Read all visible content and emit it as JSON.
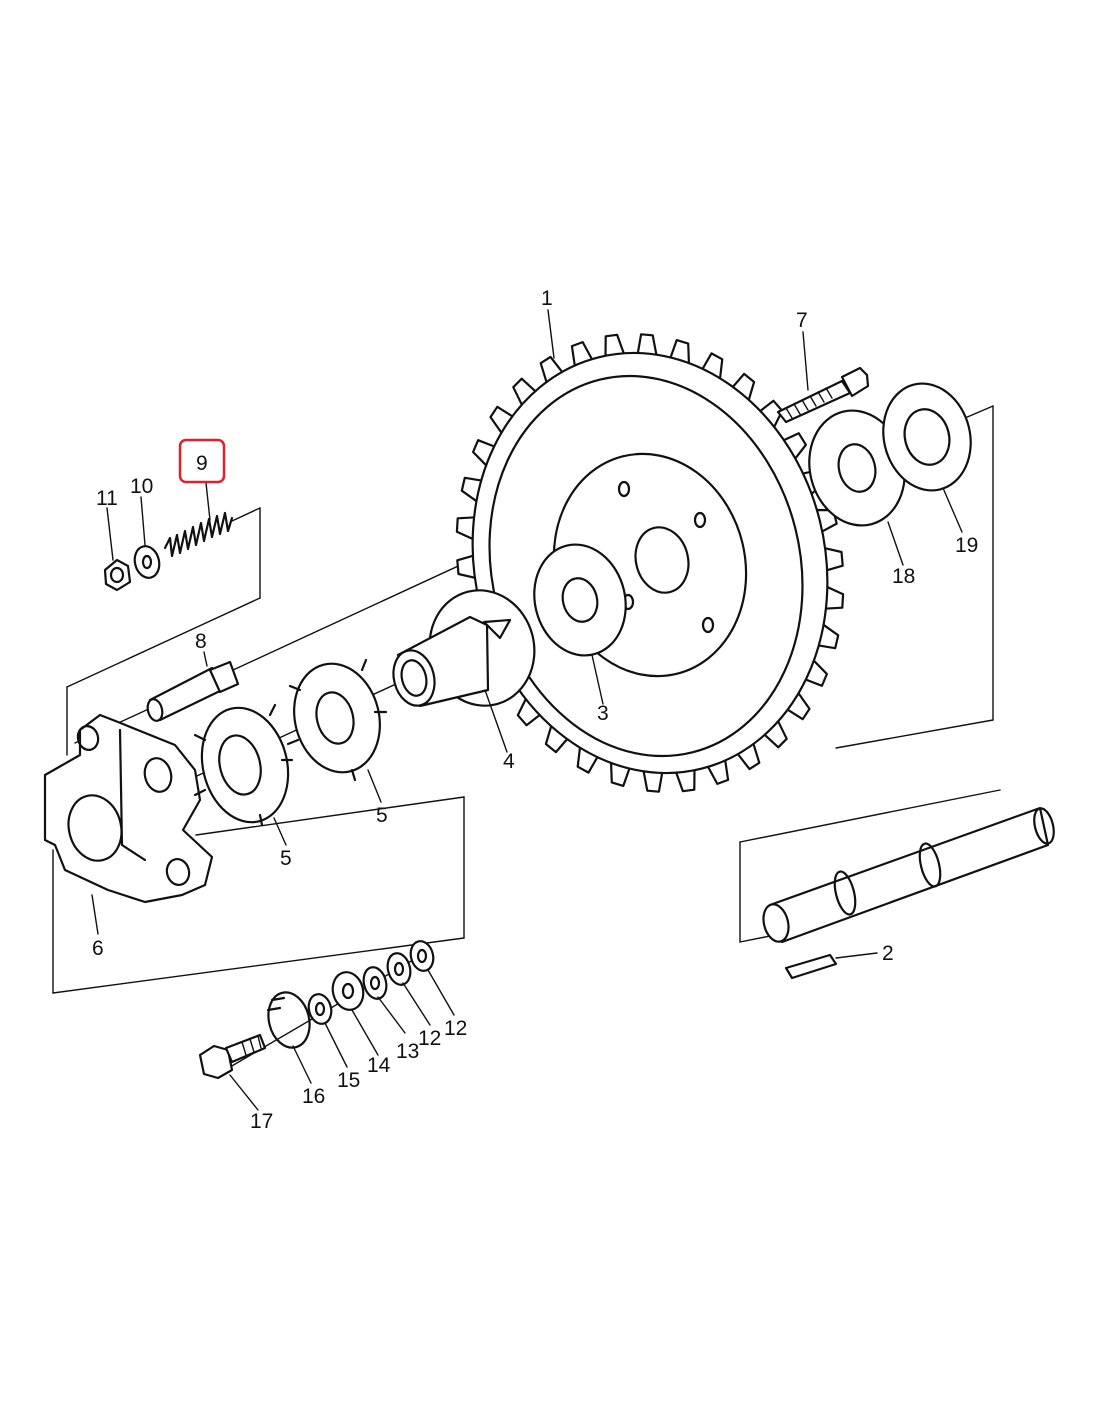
{
  "labels": {
    "1": "1",
    "2": "2",
    "3": "3",
    "4": "4",
    "5a": "5",
    "5b": "5",
    "6": "6",
    "7": "7",
    "8": "8",
    "9": "9",
    "10": "10",
    "11": "11",
    "12a": "12",
    "12b": "12",
    "13": "13",
    "14": "14",
    "15": "15",
    "16": "16",
    "17": "17",
    "18": "18",
    "19": "19"
  },
  "highlighted_part": "9",
  "highlight_color": "#e0202a",
  "line_color": "#111111"
}
